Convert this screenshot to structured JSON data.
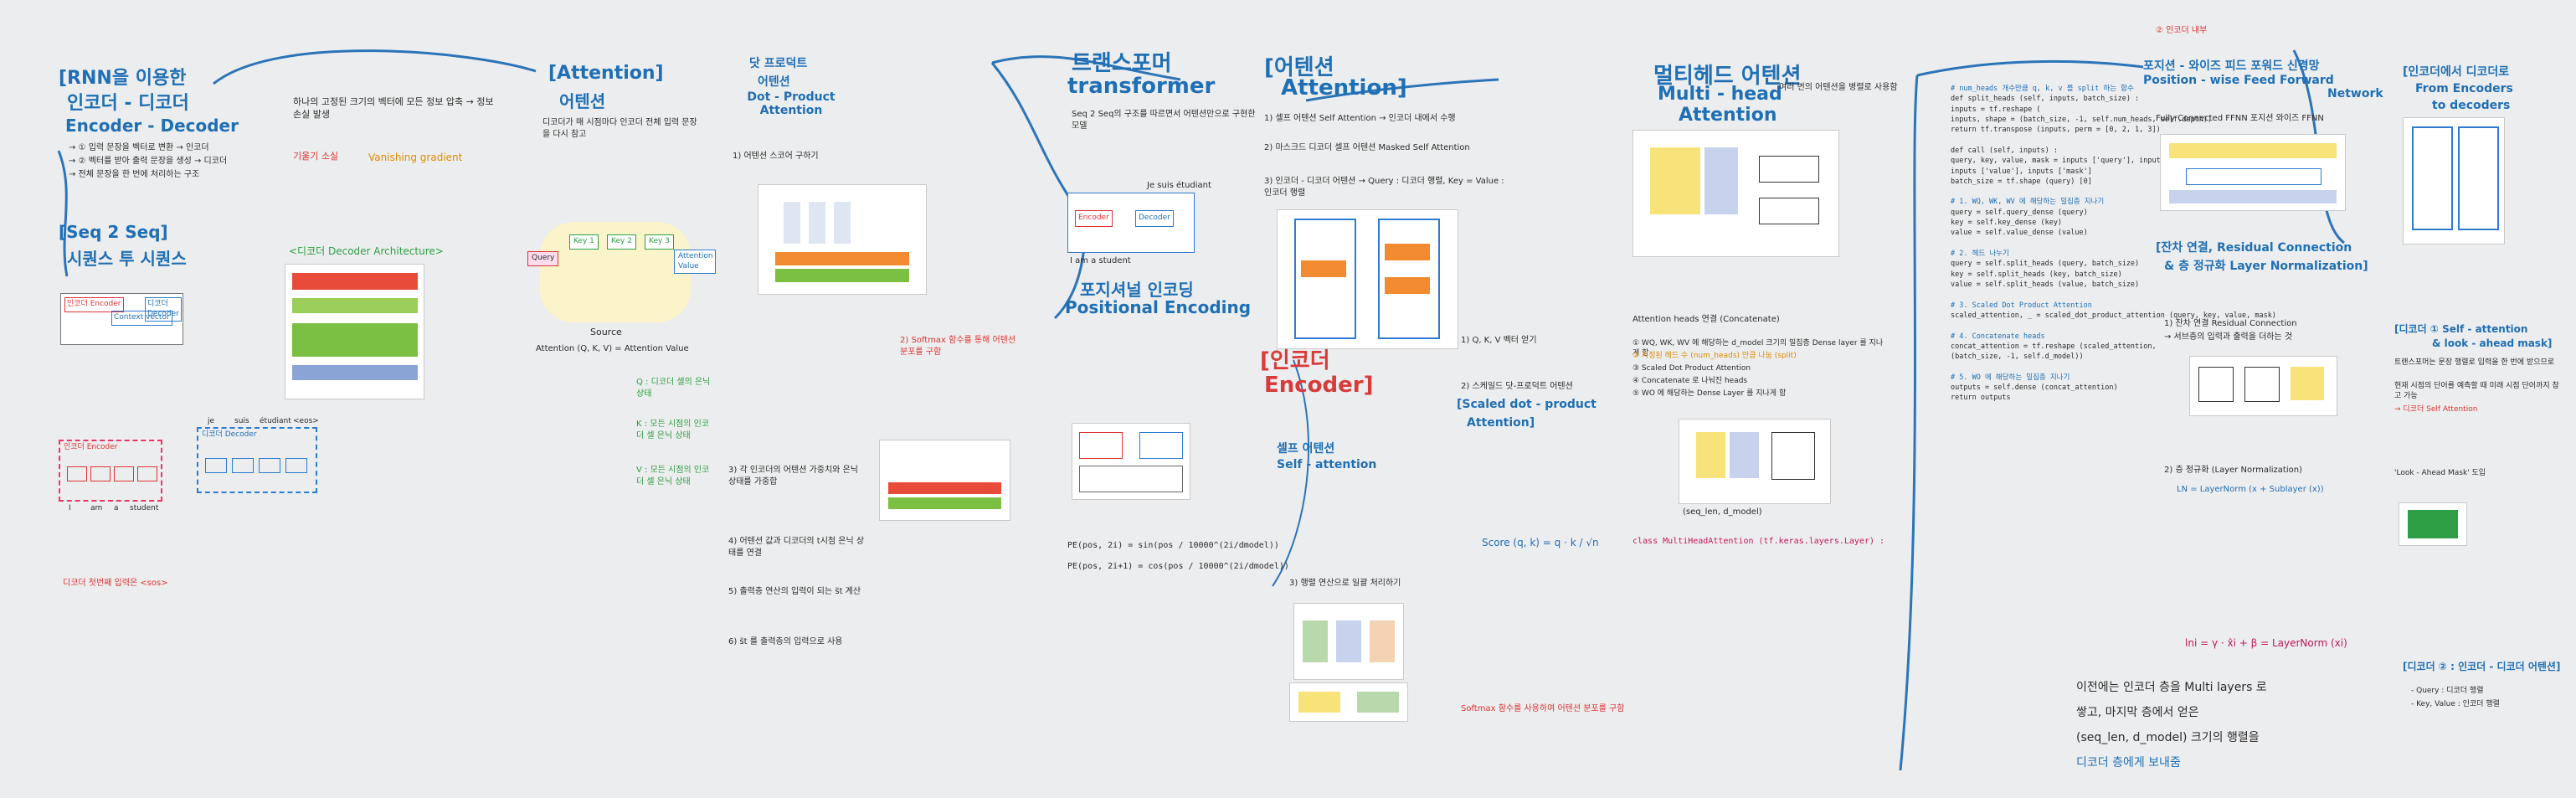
{
  "sections": {
    "rnn": {
      "title_l1": "[RNN을 이용한",
      "title_l2": "인코더 - 디코더",
      "title_l3": "Encoder - Decoder",
      "notes": [
        "→ ① 입력 문장을 벡터로 변환 → 인코더",
        "→ ② 벡터를 받아 출력 문장을 생성 → 디코더",
        "→ 전체 문장을 한 번에 처리하는 구조"
      ],
      "issue1": "하나의 고정된 크기의 벡터에 모든 정보 압축 → 정보 손실 발생",
      "issue2": "기울기 소실",
      "issue2_en": "Vanishing gradient",
      "seq2seq_l1": "[Seq 2 Seq]",
      "seq2seq_l2": "시퀀스 투 시퀀스",
      "dec_arch": "<디코더 Decoder Architecture>",
      "encoder_box": "인코더 Encoder",
      "decoder_box": "디코더 Decoder",
      "context": "Context vector",
      "tokens": [
        "I",
        "am",
        "a",
        "student"
      ],
      "out_tokens": [
        "je",
        "suis",
        "étudiant",
        "<eos>"
      ],
      "bottom_note": "디코더 첫번째 입력은 <sos>"
    },
    "attention": {
      "title_l1": "[Attention]",
      "title_l2": "어텐션",
      "desc": "디코더가 매 시점마다 인코더 전체 입력 문장을 다시 참고",
      "qkv": "Attention (Q, K, V) = Attention Value",
      "source": "Source",
      "keys": [
        "Key 1",
        "Key 2",
        "Key 3"
      ],
      "query": "Query",
      "value": "Attention Value",
      "q_note": "Q : 디코더 셀의 은닉 상태",
      "k_note": "K : 모든 시점의 인코더 셀 은닉 상태",
      "v_note": "V : 모든 시점의 인코더 셀 은닉 상태"
    },
    "dotattn": {
      "title_l1": "닷 프로덕트",
      "title_l2": "어텐션",
      "title_l3": "Dot - Product Attention",
      "step1": "1) 어텐션 스코어 구하기",
      "step2": "2) Softmax 함수를 통해 어텐션 분포를 구함",
      "step3": "3) 각 인코더의 어텐션 가중치와 은닉 상태를 가중합",
      "step4": "4) 어텐션 값과 디코더의 t시점 은닉 상태를 연결",
      "step5": "5) 출력층 연산의 입력이 되는 s̃t 계산",
      "step6": "6) s̃t 를 출력층의 입력으로 사용",
      "formula1": "PE(pos, 2i) = sin(pos / 10000^(2i/dmodel))",
      "formula2": "PE(pos, 2i+1) = cos(pos / 10000^(2i/dmodel))"
    },
    "transformer": {
      "title_l1": "트랜스포머",
      "title_l2": "transformer",
      "desc": "Seq 2 Seq의 구조를 따르면서 어텐션만으로 구현한 모델",
      "pe_l1": "포지셔널 인코딩",
      "pe_l2": "Positional Encoding",
      "enc": "Encoder",
      "dec": "Decoder",
      "sent": "Je suis étudiant",
      "sent2": "I am a student"
    },
    "selfattn": {
      "title_l1": "[어텐션",
      "title_l2": "Attention]",
      "items": [
        "1) 셀프 어텐션 Self Attention → 인코더 내에서 수행",
        "2) 마스크드 디코더 셀프 어텐션 Masked Self Attention",
        "3) 인코더 - 디코더 어텐션 → Query : 디코더 행렬, Key = Value : 인코더 행렬"
      ],
      "enc_title_l1": "[인코더",
      "enc_title_l2": "Encoder]",
      "self_l1": "셀프 어텐션",
      "self_l2": "Self - attention",
      "scaled_l1": "[Scaled dot - product",
      "scaled_l2": "Attention]",
      "score": "Score (q, k) = q · k / √n",
      "qkv_steps": [
        "1) Q, K, V 벡터 얻기",
        "2) 스케일드 닷-프로덕트 어텐션",
        "3) 행렬 연산으로 일괄 처리하기"
      ],
      "softmax_note": "Softmax 함수를 사용하여 어텐션 분포를 구함"
    },
    "multihead": {
      "title_l1": "멀티헤드 어텐션",
      "title_l2": "Multi - head",
      "title_l3": "Attention",
      "side": "여러 번의 어텐션을 병렬로 사용함",
      "concat": "Attention heads 연결 (Concatenate)",
      "shape": "(seq_len, d_model)",
      "notes": [
        "① WQ, WK, WV 에 해당하는 d_model 크기의 밀집층 Dense layer 를 지나게 함",
        "② 지정된 헤드 수 (num_heads) 만큼 나눔 (split)",
        "③ Scaled Dot Product Attention",
        "④ Concatenate 로 나눠진 heads",
        "⑤ WO 에 해당하는 Dense Layer 를 지나게 함"
      ],
      "class_line": "class MultiHeadAttention (tf.keras.layers.Layer) :"
    },
    "code": {
      "lines": [
        "# num_heads 개수만큼 q, k, v 를 split 하는 함수",
        "def split_heads (self, inputs, batch_size) :",
        "    inputs = tf.reshape (",
        "        inputs, shape = (batch_size, -1, self.num_heads, self.depth))",
        "    return tf.transpose (inputs, perm = [0, 2, 1, 3])",
        "",
        "def call (self, inputs) :",
        "    query, key, value, mask = inputs ['query'], inputs ['key'],",
        "        inputs ['value'], inputs ['mask']",
        "    batch_size = tf.shape (query) [0]",
        "",
        "# 1. WQ, WK, WV 에 해당하는 밀집층 지나기",
        "    query = self.query_dense (query)",
        "    key = self.key_dense (key)",
        "    value = self.value_dense (value)",
        "",
        "# 2. 헤드 나누기",
        "    query = self.split_heads (query, batch_size)",
        "    key = self.split_heads (key, batch_size)",
        "    value = self.split_heads (value, batch_size)",
        "",
        "# 3. Scaled Dot Product Attention",
        "    scaled_attention, _ = scaled_dot_product_attention (query, key, value, mask)",
        "",
        "# 4. Concatenate heads",
        "    concat_attention = tf.reshape (scaled_attention,",
        "        (batch_size, -1, self.d_model))",
        "",
        "# 5. WO 에 해당하는 밀집층 지나기",
        "    outputs = self.dense (concat_attention)",
        "    return outputs"
      ],
      "bottom_l1": "이전에는 인코더 층을 Multi layers 로",
      "bottom_l2": "쌓고, 마지막 층에서 얻은",
      "bottom_l3": "(seq_len, d_model) 크기의 행렬을",
      "bottom_l4": "디코더 층에게 보내줌"
    },
    "ffn": {
      "badge": "② 인코더 내부",
      "title_l1": "포지션 - 와이즈 피드 포워드 신경망",
      "title_l2": "Position - wise Feed Forward",
      "title_l3": "Network",
      "fc": "Fully Connected FFNN 포지션 와이즈 FFNN",
      "res_l1": "[잔차 연결, Residual Connection",
      "res_l2": "& 층 정규화 Layer Normalization]",
      "notes": [
        "1) 잔차 연결 Residual Connection",
        "→ 서브층의 입력과 출력을 더하는 것",
        "2) 층 정규화 (Layer Normalization)",
        "LN = LayerNorm (x + Sublayer (x))"
      ],
      "ln_formula": "lni = γ · x̂i + β = LayerNorm (xi)"
    },
    "enc2dec": {
      "title_l1": "[인코더에서 디코더로",
      "title_l2": "From Encoders",
      "title_l3": "to decoders",
      "d_self": "[디코더 ① Self - attention",
      "d_self_sub": "& look - ahead mask]",
      "d_cross": "[디코더 ② : 인코더 - 디코더 어텐션]",
      "d_cross_notes": [
        "- Query : 디코더 행렬",
        "- Key, Value : 인코더 행렬"
      ],
      "d_notes": [
        "트랜스포머는 문장 행렬로 입력을 한 번에 받으므로",
        "현재 시점의 단어를 예측할 때 미래 시점 단어까지 참고 가능",
        "→ 디코더 Self Attention",
        "'Look - Ahead Mask' 도입"
      ]
    }
  }
}
